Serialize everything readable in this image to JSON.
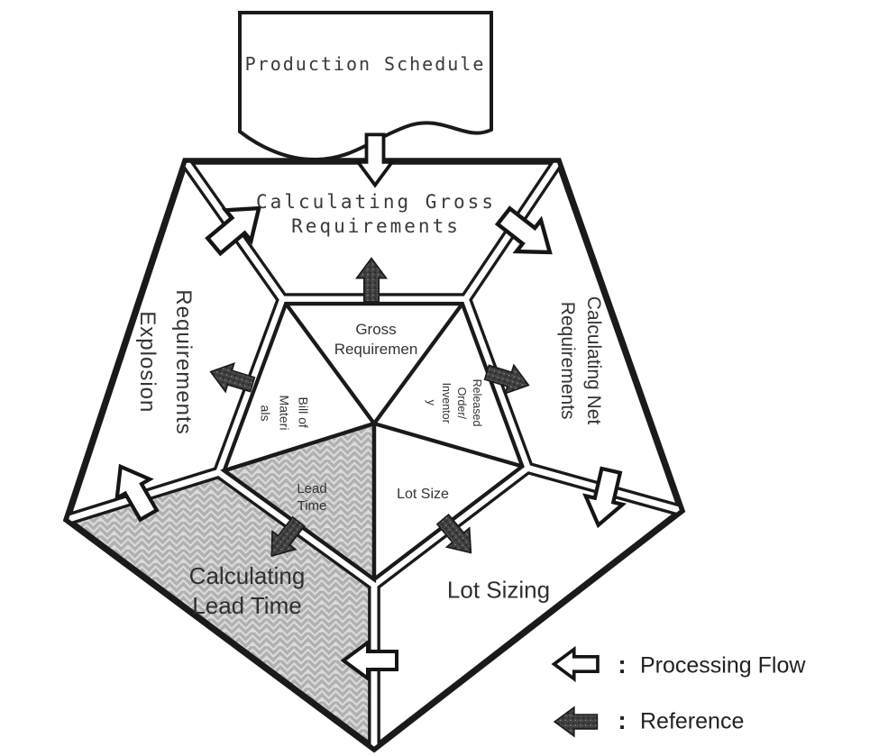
{
  "diagram": {
    "document": {
      "label": "Production Schedule"
    },
    "outer_sections": {
      "top": {
        "lines": [
          "Calculating Gross",
          "Requirements"
        ]
      },
      "right": {
        "lines": [
          "Calculating Net",
          "Requirements"
        ]
      },
      "bottom_right": {
        "label": "Lot Sizing"
      },
      "bottom_left": {
        "lines": [
          "Calculating",
          "Lead Time"
        ]
      },
      "left": {
        "lines": [
          "Requirements",
          "Explosion"
        ]
      }
    },
    "inner_sections": {
      "top": {
        "lines": [
          "Gross",
          "Requiremen"
        ]
      },
      "right": {
        "lines": [
          "Released",
          "Order/",
          "Inventor",
          "y"
        ]
      },
      "bottom_right": {
        "label": "Lot Size"
      },
      "bottom_left": {
        "lines": [
          "Lead",
          "Time"
        ]
      },
      "left": {
        "lines": [
          "Bill of",
          "Materi",
          "als"
        ]
      }
    },
    "legend": {
      "items": [
        {
          "icon": "white-arrow",
          "separator": ":",
          "label": "Processing Flow"
        },
        {
          "icon": "gray-arrow",
          "separator": ":",
          "label": "Reference"
        }
      ]
    },
    "colors": {
      "ink": "#1a1a1a",
      "text": "#2b2b2b",
      "shade_background": "#dcdcdc",
      "shade_line": "#b0b0b0",
      "reference_arrow_fill": "#3f3f3f",
      "processing_arrow_fill": "#ffffff"
    }
  }
}
